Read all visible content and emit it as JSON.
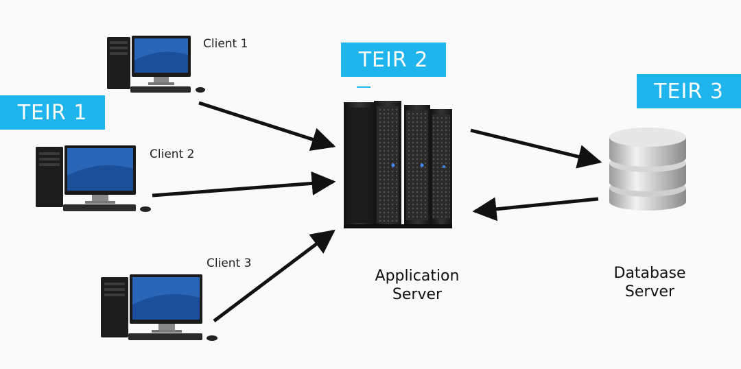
{
  "colors": {
    "tier_bg": "#1fb4ec",
    "arrow": "#111111",
    "monitor_screen": "#1f5fb0",
    "tower": "#1a1a1a",
    "rack": "#222222",
    "database": "#d9d9d9"
  },
  "tiers": [
    {
      "label": "TEIR 1"
    },
    {
      "label": "TEIR 2"
    },
    {
      "label": "TEIR 3"
    }
  ],
  "clients": [
    {
      "label": "Client 1",
      "icon": "desktop-computer-icon"
    },
    {
      "label": "Client 2",
      "icon": "desktop-computer-icon"
    },
    {
      "label": "Client 3",
      "icon": "desktop-computer-icon"
    }
  ],
  "application_server": {
    "line1": "Application",
    "line2": "Server",
    "icon": "server-rack-icon"
  },
  "database_server": {
    "line1": "Database",
    "line2": "Server",
    "icon": "database-icon"
  }
}
